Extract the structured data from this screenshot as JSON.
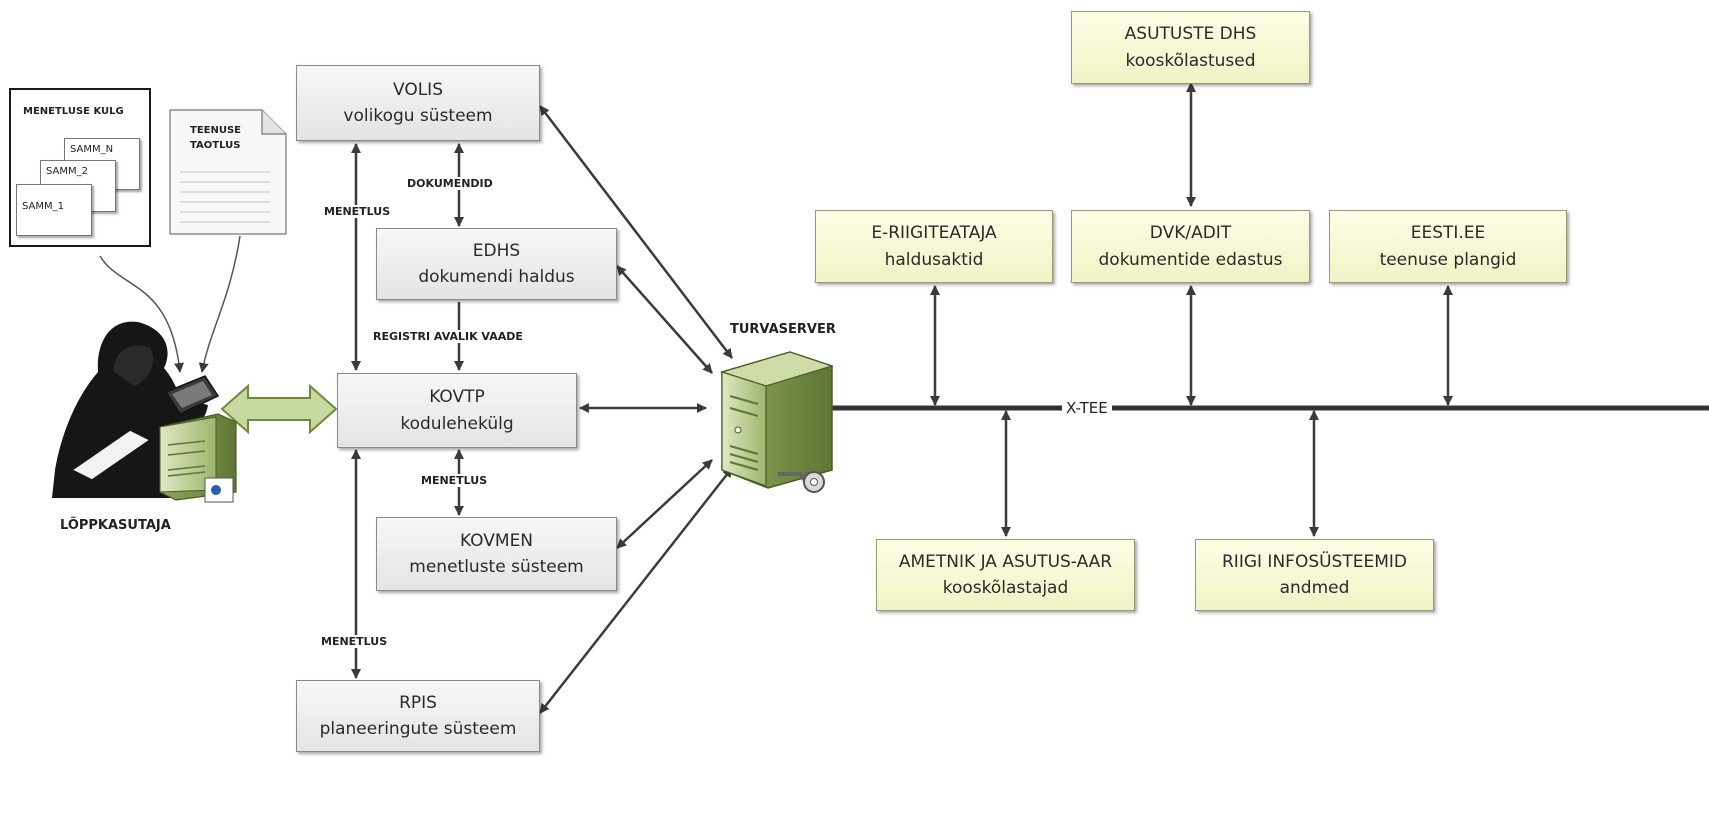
{
  "left_panel": {
    "procedure_title": "MENETLUSE KULG",
    "steps": [
      "SAMM_N",
      "SAMM_2",
      "SAMM_1"
    ],
    "application_doc_line1": "TEENUSE",
    "application_doc_line2": "TAOTLUS",
    "end_user_label": "LÕPPKASUTAJA"
  },
  "systems": {
    "volis": {
      "title": "VOLIS",
      "subtitle": "volikogu süsteem"
    },
    "edhs": {
      "title": "EDHS",
      "subtitle": "dokumendi haldus"
    },
    "kovtp": {
      "title": "KOVTP",
      "subtitle": "kodulehekülg"
    },
    "kovmen": {
      "title": "KOVMEN",
      "subtitle": "menetluste süsteem"
    },
    "rpis": {
      "title": "RPIS",
      "subtitle": "planeeringute süsteem"
    }
  },
  "flow_labels": {
    "dokumendid": "DOKUMENDID",
    "menetlus_left": "MENETLUS",
    "registri": "REGISTRI AVALIK VAADE",
    "menetlus_mid": "MENETLUS",
    "menetlus_bottom": "MENETLUS"
  },
  "security_server_label": "TURVASERVER",
  "xtee_label": "X-TEE",
  "external_systems": {
    "asutuste_dhs": {
      "title": "ASUTUSTE DHS",
      "subtitle": "kooskõlastused"
    },
    "e_riigiteataja": {
      "title": "E-RIIGITEATAJA",
      "subtitle": "haldusaktid"
    },
    "dvk_adit": {
      "title": "DVK/ADIT",
      "subtitle": "dokumentide edastus"
    },
    "eesti_ee": {
      "title": "EESTI.EE",
      "subtitle": "teenuse plangid"
    },
    "ametnik": {
      "title": "AMETNIK JA ASUTUS-AAR",
      "subtitle": "kooskõlastajad"
    },
    "riigi_info": {
      "title": "RIIGI INFOSÜSTEEMID",
      "subtitle": "andmed"
    }
  }
}
